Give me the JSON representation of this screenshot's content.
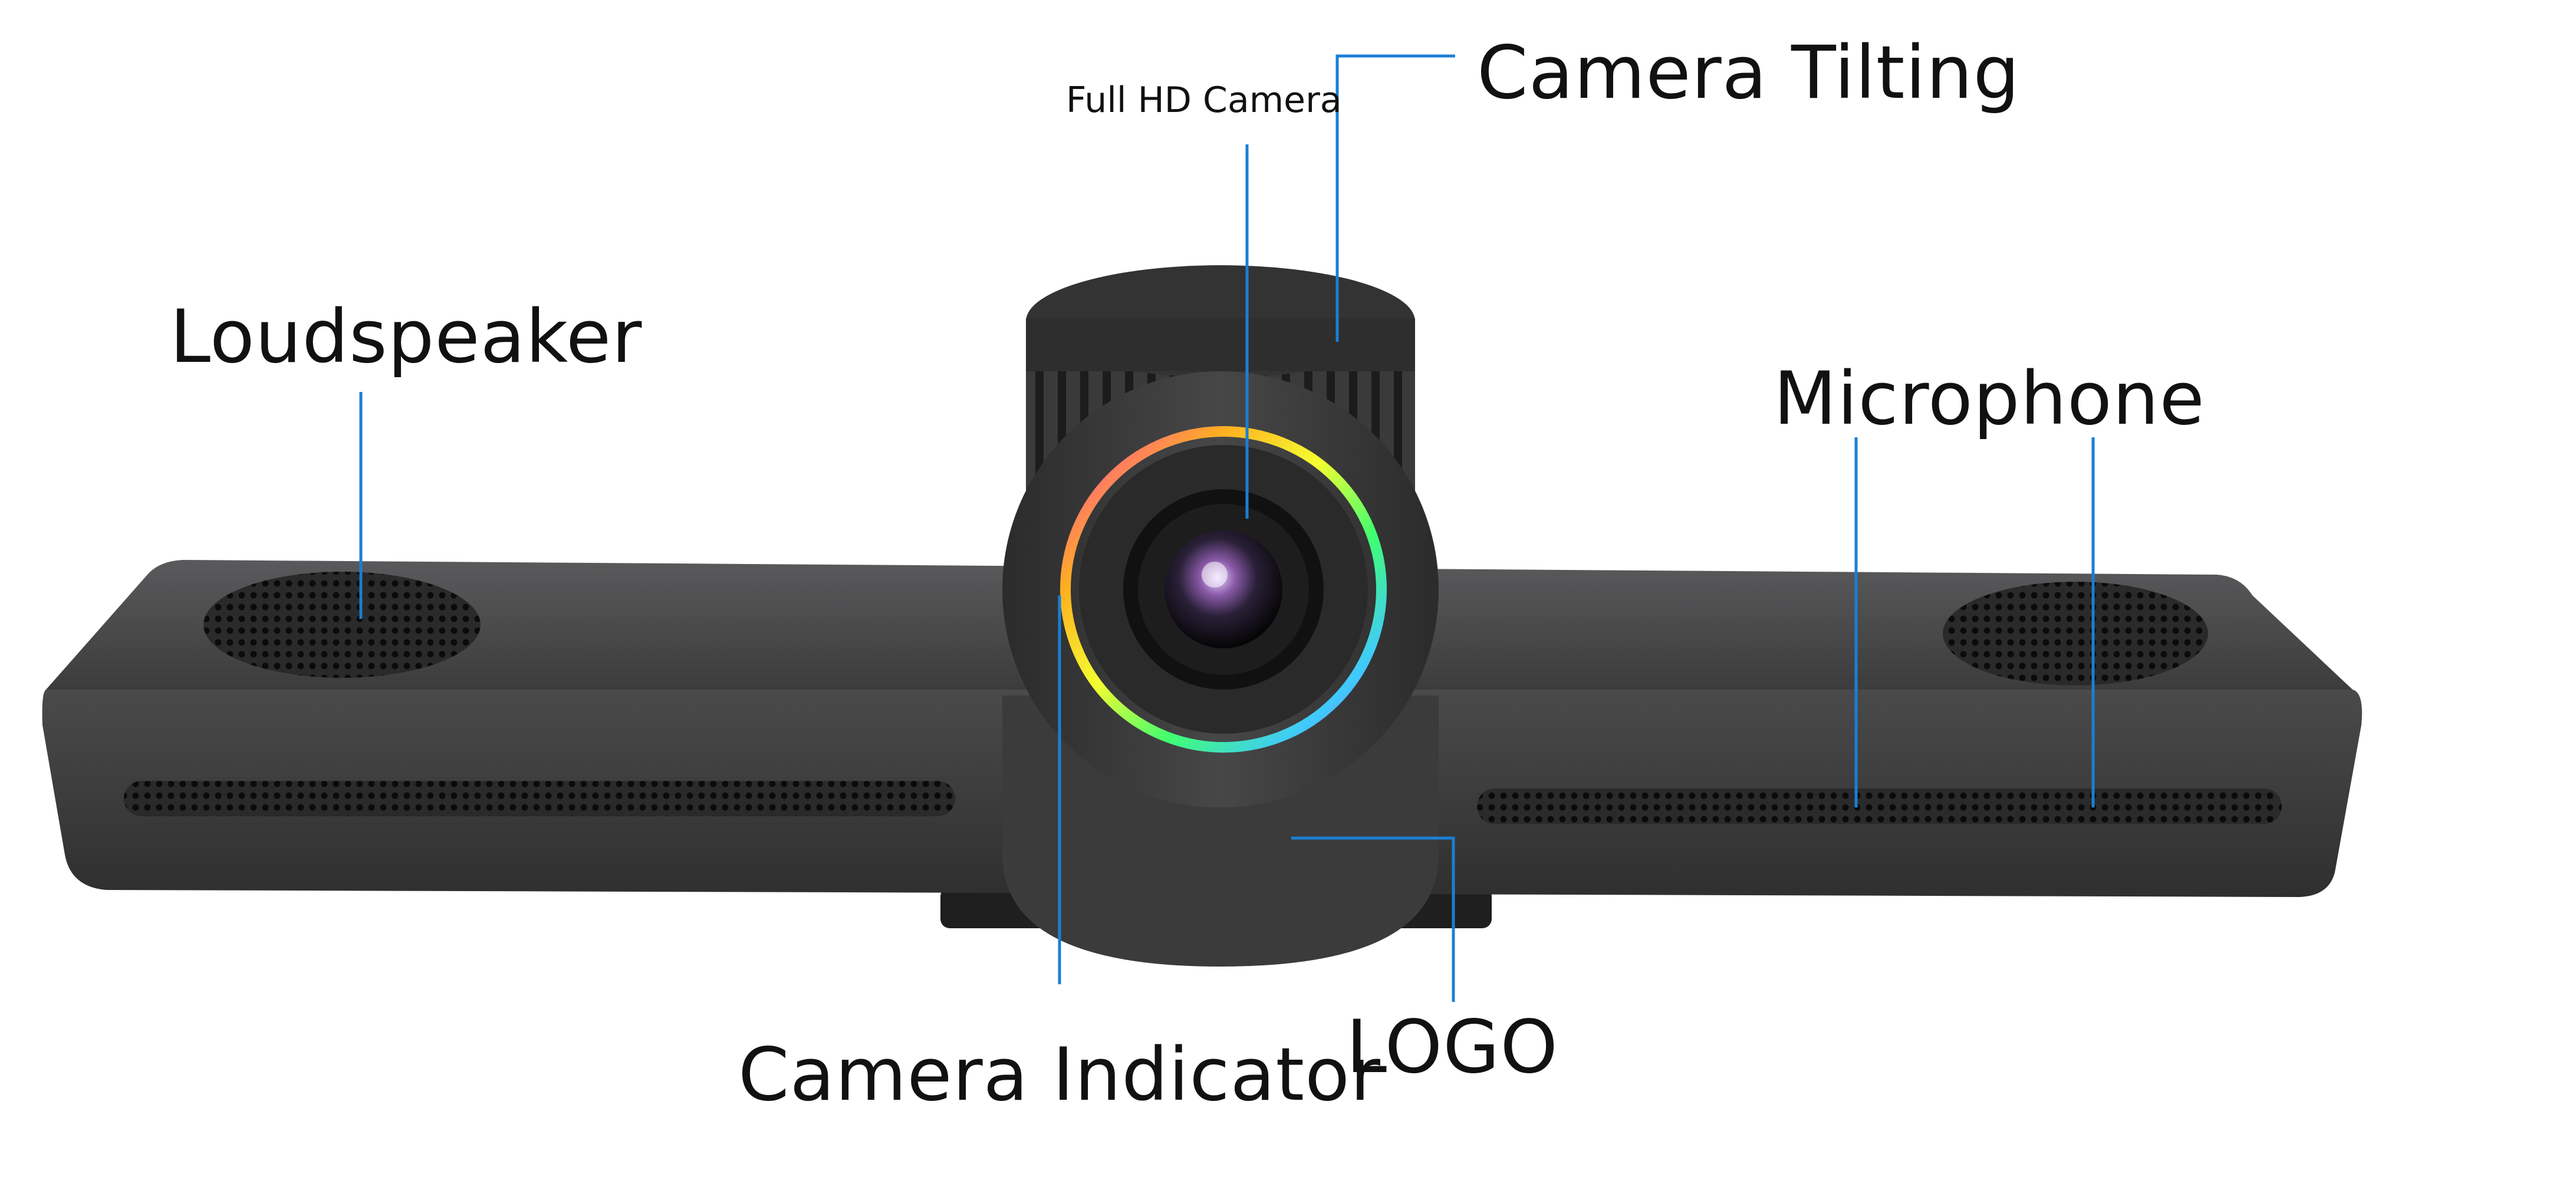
{
  "labels": {
    "full_hd_camera": "Full HD Camera",
    "camera_tilting": "Camera Tilting",
    "loudspeaker": "Loudspeaker",
    "microphone": "Microphone",
    "camera_indicator": "Camera Indicator",
    "logo": "LOGO"
  },
  "colors": {
    "leader_line": "#1a7fd4",
    "body": "#3e3e3f",
    "body_dark": "#262627",
    "text": "#111111"
  }
}
